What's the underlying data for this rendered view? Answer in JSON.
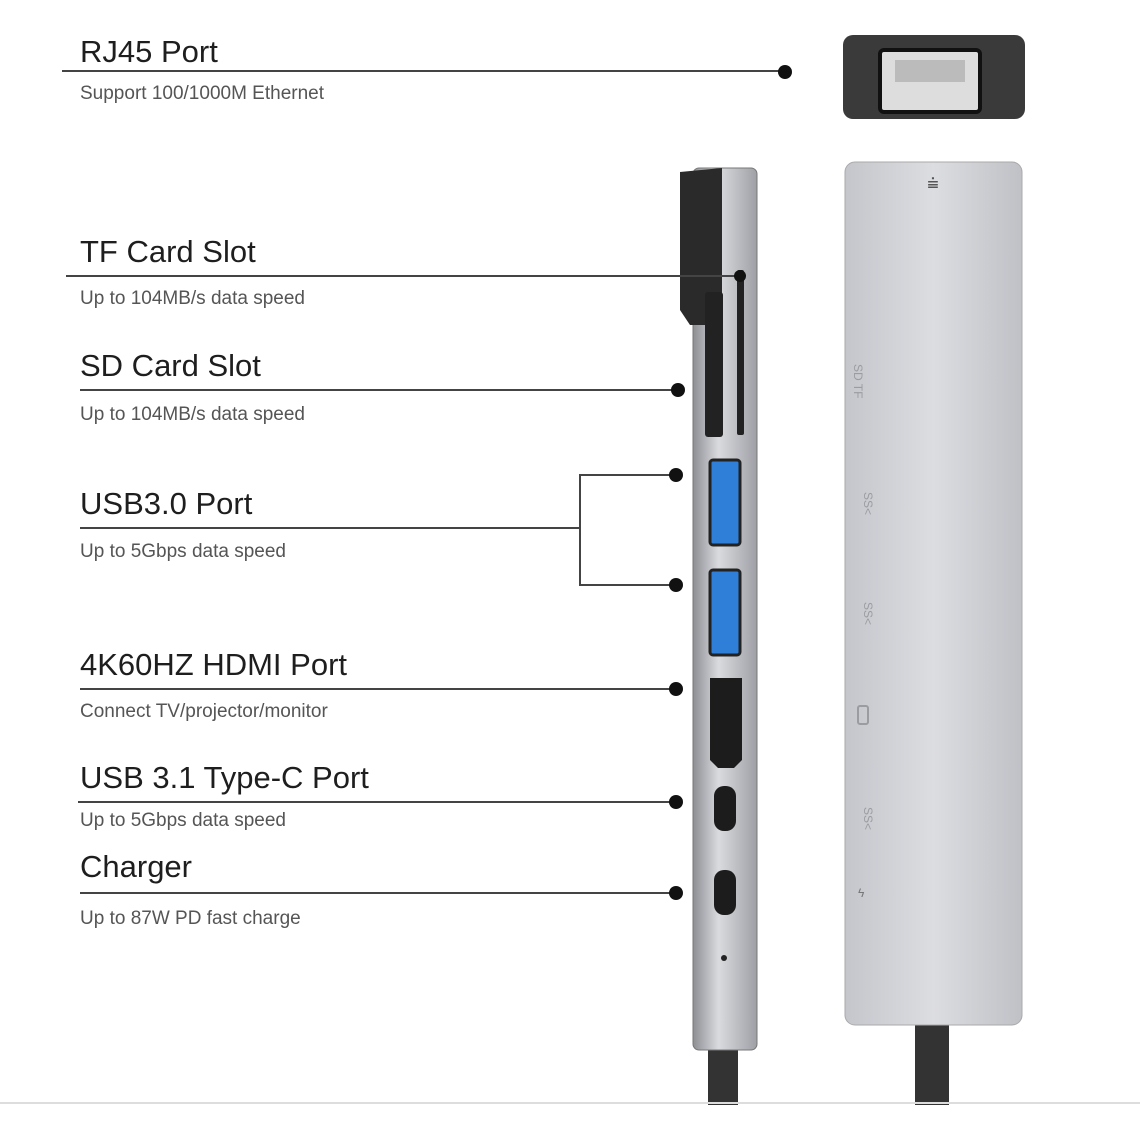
{
  "callouts": [
    {
      "title": "RJ45 Port",
      "subtitle": "Support 100/1000M Ethernet"
    },
    {
      "title": "TF Card Slot",
      "subtitle": "Up to 104MB/s data speed"
    },
    {
      "title": "SD Card Slot",
      "subtitle": "Up to 104MB/s data speed"
    },
    {
      "title": "USB3.0 Port",
      "subtitle": "Up to 5Gbps data speed"
    },
    {
      "title": "4K60HZ HDMI Port",
      "subtitle": "Connect TV/projector/monitor"
    },
    {
      "title": "USB 3.1 Type-C Port",
      "subtitle": "Up to 5Gbps data speed"
    },
    {
      "title": "Charger",
      "subtitle": "Up to 87W PD fast charge"
    }
  ],
  "colors": {
    "usb_blue": "#2f7fd8",
    "body_grey": "#c9cbd0",
    "dark": "#2a2a2a"
  }
}
